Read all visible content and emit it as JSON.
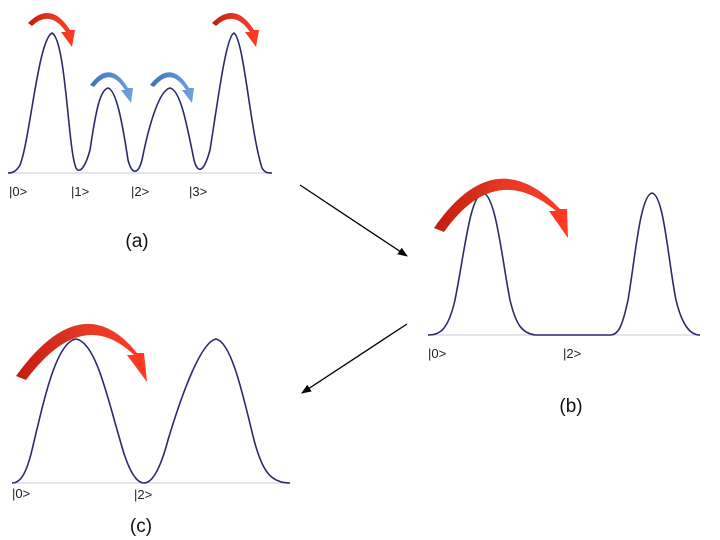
{
  "colors": {
    "curve": "#2b2a6e",
    "big_arrow": "#d42a1a",
    "small_arrow": "#4a80c8",
    "connector_arrow": "#000000"
  },
  "panels": {
    "a": {
      "label": "(a)",
      "states": [
        "|0>",
        "|1>",
        "|2>",
        "|3>"
      ],
      "arrows": [
        "red",
        "blue",
        "blue",
        "red"
      ]
    },
    "b": {
      "label": "(b)",
      "states": [
        "|0>",
        "|2>"
      ],
      "arrows": [
        "red"
      ]
    },
    "c": {
      "label": "(c)",
      "states": [
        "|0>",
        "|2>"
      ],
      "arrows": [
        "red"
      ]
    }
  }
}
